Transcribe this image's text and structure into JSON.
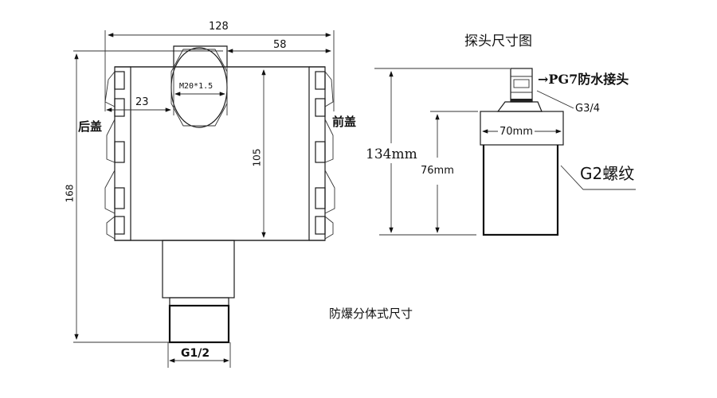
{
  "housing_view": {
    "dims": {
      "overall_width": "128",
      "front_offset": "58",
      "cable_gland_offset": "23",
      "cable_gland_thread": "M20*1.5",
      "body_height": "105",
      "overall_height": "168",
      "process_thread": "G1/2"
    },
    "labels": {
      "rear_cover": "后盖",
      "front_cover": "前盖"
    },
    "caption": "防爆分体式尺寸"
  },
  "probe_view": {
    "title": "探头尺寸图",
    "dims": {
      "total_height": "134mm",
      "body_height": "76mm",
      "diameter": "70mm"
    },
    "callouts": {
      "connector": "→PG7防水接头",
      "connector_thread": "G3/4",
      "mount_thread": "G2螺纹"
    }
  },
  "colors": {
    "line": "#1a1a1a",
    "background": "#ffffff"
  }
}
